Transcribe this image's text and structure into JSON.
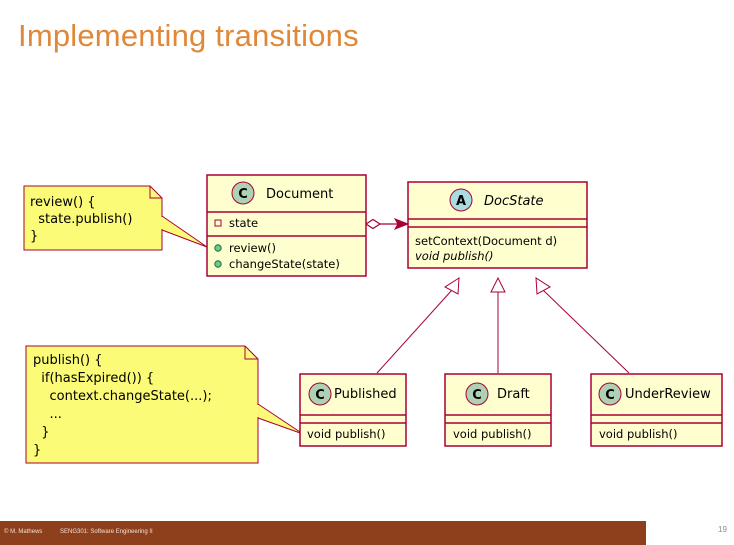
{
  "slide": {
    "title": "Implementing transitions",
    "page_number": "19",
    "footer_author": "© M. Mathews",
    "footer_course": "SENG301: Software Engineering II"
  },
  "colors": {
    "title": "#e0883a",
    "class_fill": "#fefece",
    "class_border": "#a80036",
    "note_fill": "#fbfb77",
    "class_badge": "#add1b2",
    "abstract_badge": "#a9dcdf",
    "footer_bar": "#8e3f1b"
  },
  "notes": {
    "review_note": [
      "review() {",
      "  state.publish()",
      "}"
    ],
    "publish_note": [
      "publish() {",
      "  if(hasExpired()) {",
      "    context.changeState(...);",
      "    ...",
      "  }",
      "}"
    ]
  },
  "classes": {
    "document": {
      "stereotype": "C",
      "name": "Document",
      "fields": [
        "state"
      ],
      "methods": [
        "review()",
        "changeState(state)"
      ]
    },
    "docstate": {
      "stereotype": "A",
      "name": "DocState",
      "methods": [
        "setContext(Document d)",
        "void publish()"
      ]
    },
    "published": {
      "stereotype": "C",
      "name": "Published",
      "methods": [
        "void publish()"
      ]
    },
    "draft": {
      "stereotype": "C",
      "name": "Draft",
      "methods": [
        "void publish()"
      ]
    },
    "underreview": {
      "stereotype": "C",
      "name": "UnderReview",
      "methods": [
        "void publish()"
      ]
    }
  },
  "icons": {
    "private_field": "square-outline-icon",
    "public_method": "green-circle-icon",
    "aggregation": "hollow-diamond-icon",
    "inheritance": "hollow-triangle-arrow-icon"
  }
}
